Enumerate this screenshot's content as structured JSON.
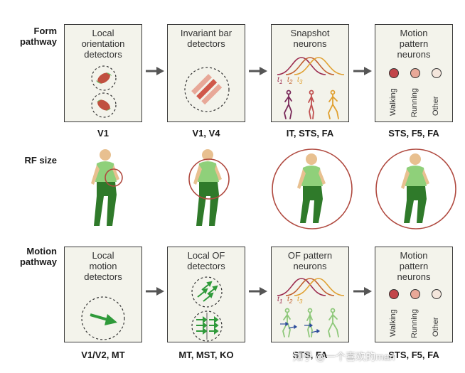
{
  "rows": {
    "form_label": "Form\npathway",
    "rf_label": "RF size",
    "motion_label": "Motion\npathway"
  },
  "form": {
    "box1": {
      "title": "Local\norientation\ndetectors",
      "area": "V1"
    },
    "box2": {
      "title": "Invariant bar\ndetectors",
      "area": "V1, V4"
    },
    "box3": {
      "title": "Snapshot\nneurons",
      "area": "IT, STS, FA"
    },
    "box4": {
      "title": "Motion\npattern\nneurons",
      "area": "STS, F5, FA"
    }
  },
  "motion": {
    "box1": {
      "title": "Local\nmotion\ndetectors",
      "area": "V1/V2, MT"
    },
    "box2": {
      "title": "Local OF\ndetectors",
      "area": "MT, MST, KO"
    },
    "box3": {
      "title": "OF pattern\nneurons",
      "area": "STS, FA"
    },
    "box4": {
      "title": "Motion\npattern\nneurons",
      "area": "STS, F5, FA"
    }
  },
  "time_labels": {
    "t1": "t",
    "t2": "t",
    "t3": "t",
    "s1": "1",
    "s2": "2",
    "s3": "3"
  },
  "pattern_labels": [
    "Walking",
    "Running",
    "Other"
  ],
  "watermark": "知乎 @一个喜欢的man",
  "colors": {
    "red_curve": "#9b2a4e",
    "orange_curve": "#e08a2a",
    "figure_green": "#2f7a2a",
    "rf_circle": "#b04a40",
    "walking_dot": "#c2454a",
    "running_dot": "#e8a898",
    "other_dot": "#f4e6dc"
  }
}
